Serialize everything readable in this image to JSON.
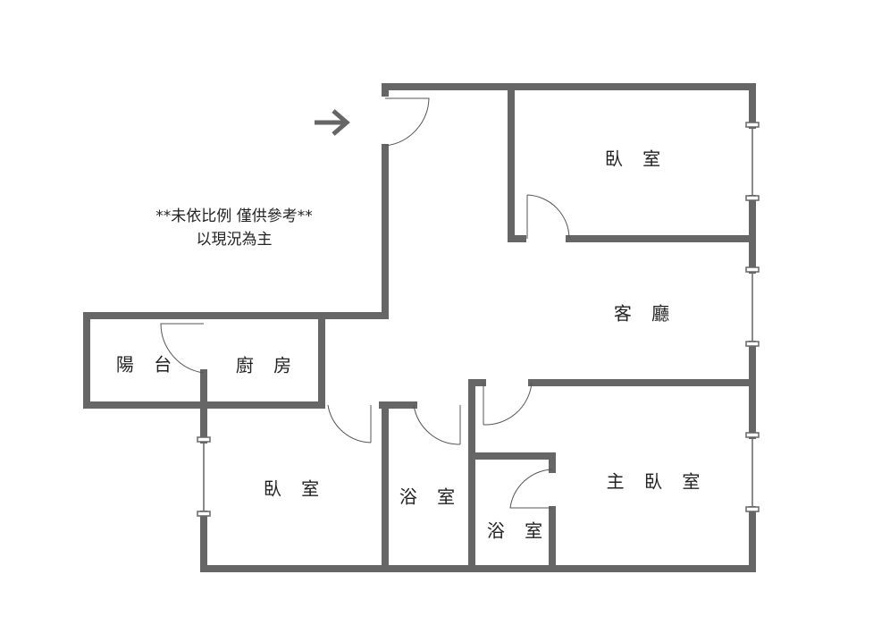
{
  "note": {
    "line1": "**未依比例 僅供參考**",
    "line2": "以現況為主"
  },
  "rooms": {
    "bedroom_top": "臥 室",
    "living_room": "客 廳",
    "balcony": "陽 台",
    "kitchen": "廚 房",
    "bedroom_left": "臥 室",
    "bathroom_1": "浴 室",
    "bathroom_2": "浴 室",
    "master_bedroom": "主 臥 室"
  },
  "entrance_icon": "arrow-right-icon",
  "colors": {
    "wall": "#666666"
  }
}
